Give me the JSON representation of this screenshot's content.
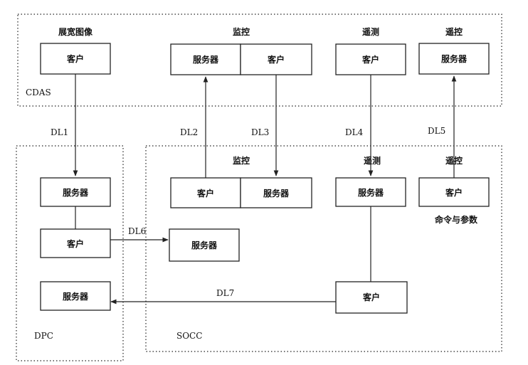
{
  "regions": {
    "cdas": "CDAS",
    "dpc": "DPC",
    "socc": "SOCC"
  },
  "groups": {
    "cdas_imaging": "展宽图像",
    "cdas_monitor": "监控",
    "cdas_telemetry": "遥测",
    "cdas_telecontrol": "遥控",
    "socc_monitor": "监控",
    "socc_telemetry": "遥测",
    "socc_telecontrol": "遥控",
    "socc_command_caption": "命令与参数"
  },
  "boxes": {
    "cdas_imaging_client": "客户",
    "cdas_monitor_server": "服务器",
    "cdas_monitor_client": "客户",
    "cdas_telemetry_client": "客户",
    "cdas_telecontrol_server": "服务器",
    "dpc_server_top": "服务器",
    "dpc_client": "客户",
    "dpc_server_bottom": "服务器",
    "socc_monitor_client": "客户",
    "socc_monitor_server": "服务器",
    "socc_telemetry_server": "服务器",
    "socc_telecontrol_client": "客户",
    "socc_server_dl6": "服务器",
    "socc_client_dl7": "客户"
  },
  "links": {
    "dl1": "DL1",
    "dl2": "DL2",
    "dl3": "DL3",
    "dl4": "DL4",
    "dl5": "DL5",
    "dl6": "DL6",
    "dl7": "DL7"
  }
}
